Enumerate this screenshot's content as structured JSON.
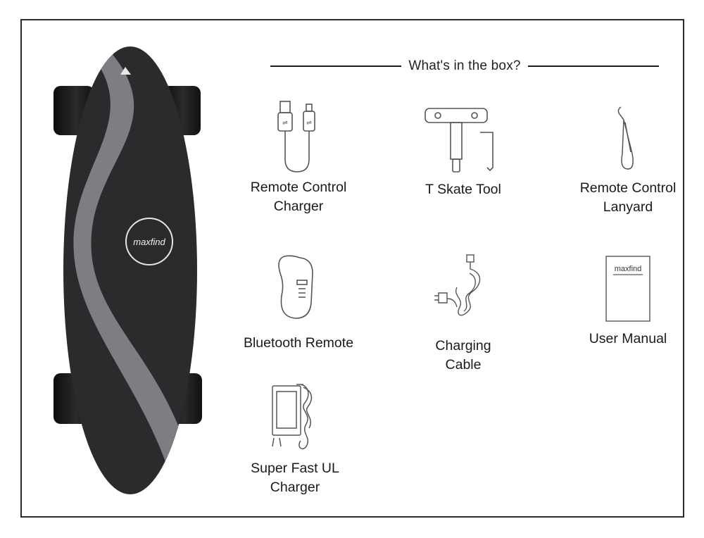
{
  "heading": {
    "title": "What's in the box?"
  },
  "board": {
    "logo_text": "maxfind"
  },
  "items": [
    {
      "id": "remote-control-charger",
      "label_lines": [
        "Remote Control",
        "Charger"
      ],
      "icon": "usb-cable-icon"
    },
    {
      "id": "t-skate-tool",
      "label_lines": [
        "T Skate Tool"
      ],
      "icon": "t-tool-icon"
    },
    {
      "id": "remote-control-lanyard",
      "label_lines": [
        "Remote Control",
        "Lanyard"
      ],
      "icon": "lanyard-icon"
    },
    {
      "id": "bluetooth-remote",
      "label_lines": [
        "Bluetooth Remote"
      ],
      "icon": "remote-icon"
    },
    {
      "id": "charging-cable",
      "label_lines": [
        "Charging",
        "Cable"
      ],
      "icon": "power-cable-icon"
    },
    {
      "id": "user-manual",
      "label_lines": [
        "User Manual"
      ],
      "icon": "manual-icon",
      "cover_text": "maxfind"
    },
    {
      "id": "super-fast-ul-charger",
      "label_lines": [
        "Super Fast UL",
        "Charger"
      ],
      "icon": "charger-icon"
    }
  ],
  "colors": {
    "deck": "#2b2b2d",
    "stripe": "#7d7e81",
    "frame": "#2a2a2a"
  }
}
